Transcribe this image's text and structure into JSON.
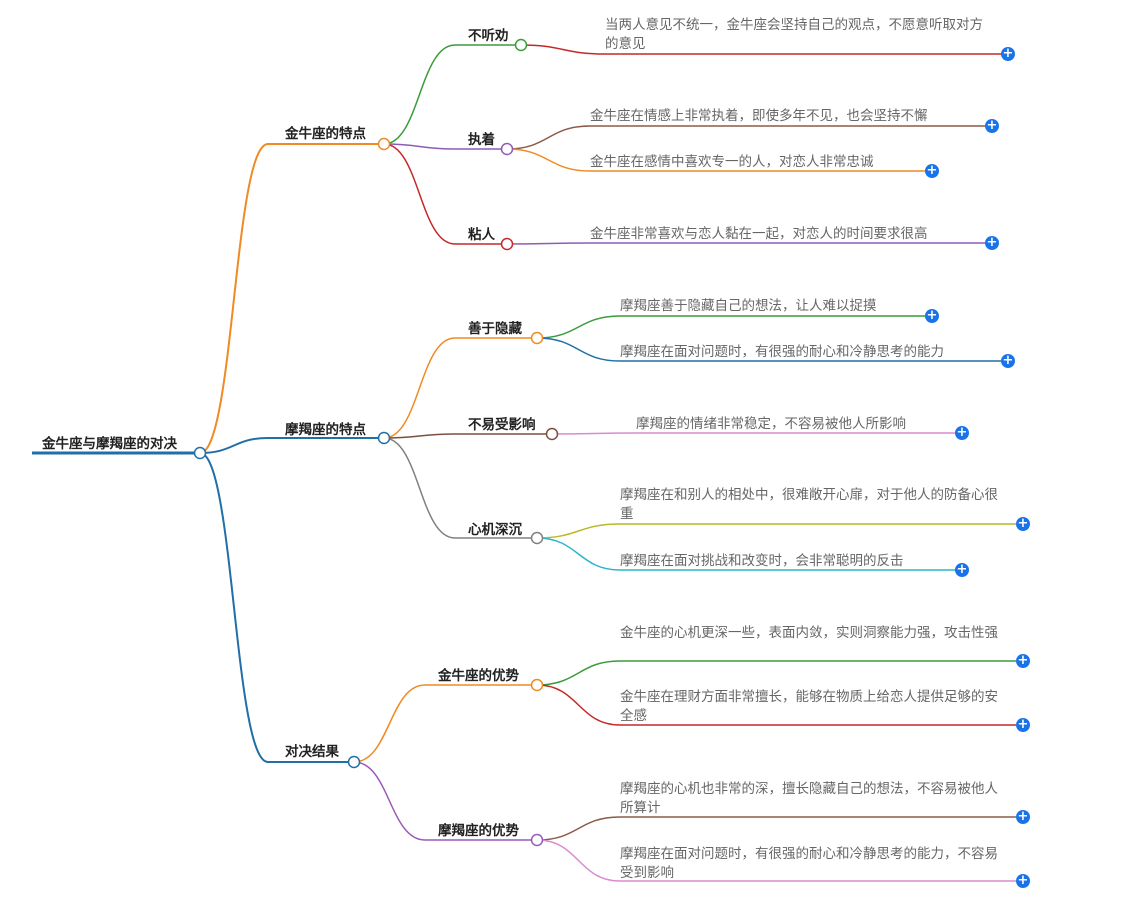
{
  "root": {
    "label": "金牛座与摩羯座的对决"
  },
  "branches": [
    {
      "label": "金牛座的特点",
      "color": "#f08a24",
      "children": [
        {
          "label": "不听劝",
          "color": "#3a9c3a",
          "leaves": [
            {
              "text": "当两人意见不统一，金牛座会坚持自己的观点，不愿意听取对方的意见",
              "color": "#c62828"
            }
          ]
        },
        {
          "label": "执着",
          "color": "#8e5bb5",
          "leaves": [
            {
              "text": "金牛座在情感上非常执着，即使多年不见，也会坚持不懈",
              "color": "#8d5a4a"
            },
            {
              "text": "金牛座在感情中喜欢专一的人，对恋人非常忠诚",
              "color": "#f08a24"
            }
          ]
        },
        {
          "label": "粘人",
          "color": "#c62828",
          "leaves": [
            {
              "text": "金牛座非常喜欢与恋人黏在一起，对恋人的时间要求很高",
              "color": "#8e5bb5"
            }
          ]
        }
      ]
    },
    {
      "label": "摩羯座的特点",
      "color": "#1f6fa8",
      "children": [
        {
          "label": "善于隐藏",
          "color": "#f08a24",
          "leaves": [
            {
              "text": "摩羯座善于隐藏自己的想法，让人难以捉摸",
              "color": "#3a9c3a"
            },
            {
              "text": "摩羯座在面对问题时，有很强的耐心和冷静思考的能力",
              "color": "#1f6fa8"
            }
          ]
        },
        {
          "label": "不易受影响",
          "color": "#7b4f3f",
          "leaves": [
            {
              "text": "摩羯座的情绪非常稳定，不容易被他人所影响",
              "color": "#d98bd0"
            }
          ]
        },
        {
          "label": "心机深沉",
          "color": "#808080",
          "leaves": [
            {
              "text": "摩羯座在和别人的相处中，很难敞开心扉，对于他人的防备心很重",
              "color": "#b9b925"
            },
            {
              "text": "摩羯座在面对挑战和改变时，会非常聪明的反击",
              "color": "#26b7c8"
            }
          ]
        }
      ]
    },
    {
      "label": "对决结果",
      "color": "#1f6fa8",
      "children": [
        {
          "label": "金牛座的优势",
          "color": "#f08a24",
          "leaves": [
            {
              "text": "金牛座的心机更深一些，表面内敛，实则洞察能力强，攻击性强",
              "color": "#3a9c3a"
            },
            {
              "text": "金牛座在理财方面非常擅长，能够在物质上给恋人提供足够的安全感",
              "color": "#c62828"
            }
          ]
        },
        {
          "label": "摩羯座的优势",
          "color": "#9b59b6",
          "leaves": [
            {
              "text": "摩羯座的心机也非常的深，擅长隐藏自己的想法，不容易被他人所算计",
              "color": "#8d5a4a"
            },
            {
              "text": "摩羯座在面对问题时，有很强的耐心和冷静思考的能力，不容易受到影响",
              "color": "#d98bd0"
            }
          ]
        }
      ]
    }
  ],
  "expand_symbol": "+"
}
